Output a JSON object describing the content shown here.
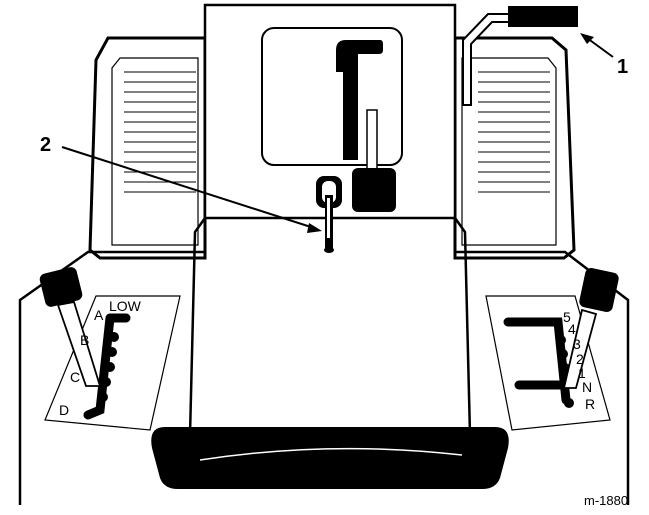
{
  "figure": {
    "callouts": [
      "1",
      "2"
    ],
    "left_gate_labels": [
      "LOW",
      "A",
      "B",
      "C",
      "D"
    ],
    "right_gate_labels": [
      "5",
      "4",
      "3",
      "2",
      "1",
      "N",
      "R"
    ],
    "reference": "m-1880"
  },
  "colors": {
    "ink": "#000000",
    "paper": "#ffffff"
  }
}
